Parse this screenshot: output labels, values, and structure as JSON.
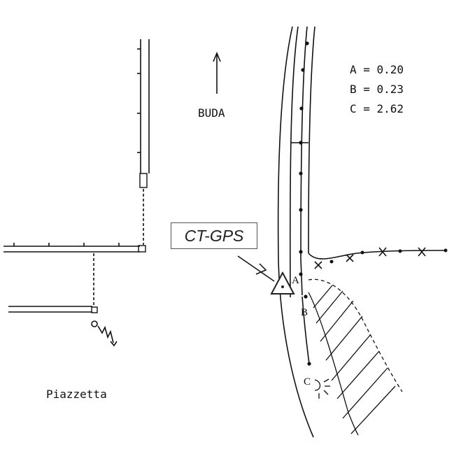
{
  "north_label": "BUDA",
  "place_label": "Piazzetta",
  "gps_label": "CT-GPS",
  "legend": [
    {
      "key": "A",
      "text": "A = 0.20"
    },
    {
      "key": "B",
      "text": "B = 0.23"
    },
    {
      "key": "C",
      "text": "C = 2.62"
    }
  ],
  "points": {
    "a": "A",
    "b": "B",
    "c": "C"
  }
}
